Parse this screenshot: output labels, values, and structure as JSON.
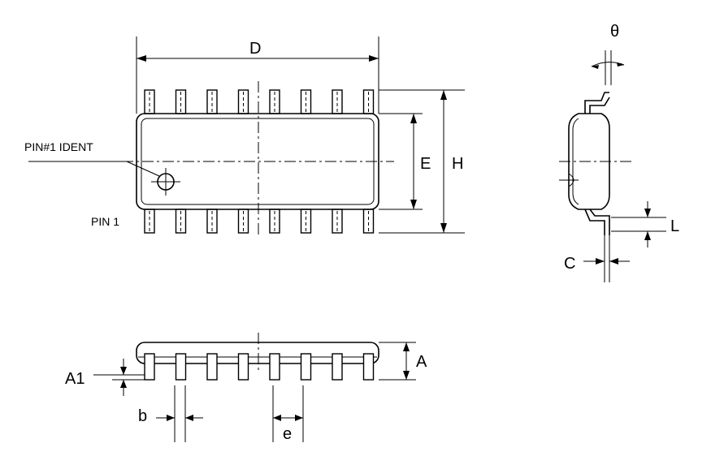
{
  "labels": {
    "D": "D",
    "E": "E",
    "H": "H",
    "pin1_ident": "PIN#1 IDENT",
    "pin1": "PIN 1",
    "theta": "θ",
    "L": "L",
    "C": "C",
    "A": "A",
    "A1": "A1",
    "b": "b",
    "e": "e"
  },
  "package": {
    "pins_per_side": 8
  }
}
